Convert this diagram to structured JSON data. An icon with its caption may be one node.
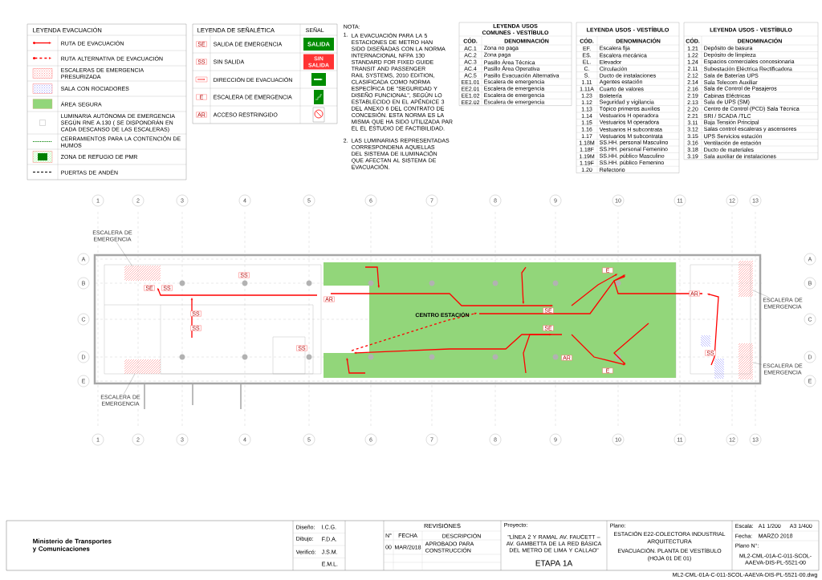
{
  "diagram": {
    "nodes": [
      {
        "text": [
          "ESCALERA DE EMERGENCIA"
        ]
      },
      {
        "text": [
          "ESCALERA DE EMERGENCIA"
        ]
      },
      {
        "text": [
          "ESCALERA DE EMERGENCIA"
        ]
      },
      {
        "text": [
          "ESCALERA DE EMERGENCIA"
        ]
      }
    ],
    "edges": [
      {
        "from": 0,
        "to": null,
        "arrow": "none"
      },
      {
        "from": 1,
        "to": null,
        "arrow": "none"
      },
      {
        "from": 2,
        "to": null,
        "arrow": "none"
      },
      {
        "from": 3,
        "to": null,
        "arrow": "none"
      }
    ],
    "labels": [
      "LEYENDA EVACUACIÓN",
      "LEYENDA DE SEÑALÉTICA",
      "SEÑAL",
      "SE",
      "SALIDA DE EMERGENCIA",
      "SALIDA",
      "SS",
      "SIN SALIDA",
      "SIN SALIDA",
      "DIRECCIÓN DE EVACUACIÓN",
      "E",
      "ESCALERA DE EMERGENCIA",
      "AR",
      "ACCESO RESTRINGIDO",
      "NOTA:",
      "1.",
      "LA EVACUACIÓN PARA LA 5 ESTACIONES DE METRO HAN SIDO DISEÑADAS CON LA NORMA INTERNACIONAL NFPA 130 STANDARD FOR FIXED GUIDE TRANSIT AND PASSENGER RAIL SYSTEMS, 2010 EDITION, CLASIFICADA COMO NORMA ESPECÍFICA DE \"SEGURIDAD Y DISEÑO FUNCIONAL\", SEGÚN LO ESTABLECIDO EN EL APÉNDICE 3 DEL ANEXO 6 DEL CONTRATO DE CONCESIÓN. ESTA NORMA ES LA MISMA QUE HA SIDO UTILIZADA PAR EL EL ESTUDIO DE FACTIBILIDAD.",
      "2.",
      "LAS LUMINARIAS REPRESENTADAS CORRESPONDENA AQUELLAS DEL SISTEMA DE ILUMINACIÓN QUE AFECTAN AL SISTEMA DE EVACUACIÓN.",
      "LEYENDA USOS COMUNES - VESTÍBULO",
      "CÓD.",
      "DENOMINACIÓN",
      "AC.1",
      "Zona no paga",
      "AC.2",
      "Zona paga",
      "AC.3",
      "Pasillo Área Técnica",
      "AC.4",
      "Pasillo Área Operativa",
      "AC.5",
      "Pasillo Evacuación Alternativa",
      "EE1.01",
      "Escalera de emergencia",
      "EE2.01",
      "Escalera de emergencia",
      "EE1.02",
      "Escalera de emergencia",
      "EE2.02",
      "Escalera de emergencia",
      "LEYENDA USOS - VESTÍBULO",
      "CÓD.",
      "DENOMINACIÓN",
      "EF.",
      "Escalera fija",
      "ES.",
      "Escalera mecánica",
      "EL.",
      "Elevador",
      "C.",
      "Circulación",
      "S.",
      "Ducto de instalaciones",
      "1.11",
      "Agentes estación",
      "1.11A",
      "Cuarto de valores",
      "1.23",
      "Boletería",
      "1.12",
      "Seguridad y vigilancia",
      "1.13",
      "Tópico primeros auxilios",
      "1.14",
      "Vestuarios H operadora",
      "1.15",
      "Vestuarios M operadora",
      "1.16",
      "Vestuarios H subcontrata",
      "1.17",
      "Vestuarios M subcontrata",
      "1.18M",
      "SS.HH. personal Masculino",
      "1.18F",
      "SS.HH. personal Femenino",
      "1.19M",
      "SS.HH. público Masculino",
      "1.19F",
      "SS.HH. público Femenino",
      "1.20",
      "Refectorio",
      "LEYENDA USOS - VESTÍBULO",
      "CÓD.",
      "DENOMINACIÓN",
      "1.21",
      "Depósito de basura",
      "1.22",
      "Depósito de limpieza",
      "1.24",
      "Espacios comerciales concesionaria",
      "2.11",
      "Subestación Eléctrica Rectificadora",
      "2.12",
      "Sala de Baterías UPS",
      "2.14",
      "Sala Telecom Auxiliar",
      "2.16",
      "Sala de Control de Pasajeros",
      "2.19",
      "Cabinas Eléctricas",
      "2.13",
      "Sala de UPS (SM)",
      "2.20",
      "Centro de Control (PCD) Sala Técnica",
      "2.21",
      "SRI / SCADA /TLC",
      "3.11",
      "Baja Tensión Principal",
      "3.12",
      "Salas control escaleras y ascensores",
      "3.15",
      "UPS Servicios estación",
      "3.16",
      "Ventilación de estación",
      "3.18",
      "Ducto de materiales",
      "3.19",
      "Sala auxiliar de instalaciones",
      "1",
      "2",
      "3",
      "4",
      "5",
      "6",
      "7",
      "8",
      "9",
      "10",
      "11",
      "12",
      "13",
      "1",
      "2",
      "3",
      "4",
      "5",
      "6",
      "7",
      "8",
      "9",
      "10",
      "11",
      "12",
      "13",
      "A",
      "B",
      "C",
      "D",
      "E",
      "A",
      "B",
      "C",
      "D",
      "E",
      "CENTRO ESTACIÓN",
      "SS",
      "SE",
      "SS",
      "AR",
      "SS",
      "SS",
      "SS",
      "SE",
      "SE",
      "AR",
      "E",
      "E",
      "AR",
      "SS",
      "Ministerio de Transportes y Comunicaciones",
      "Diseño:",
      "I.C.G.",
      "Dibujo:",
      "F.D.A.",
      "Verificó:",
      "J.S.M.",
      "E.M.L.",
      "REVISIONES",
      "N°",
      "FECHA",
      "DESCRIPCIÓN",
      "00",
      "MAR/2018",
      "APROBADO PARA CONSTRUCCIÓN",
      "Proyecto:",
      "\"LÍNEA 2 Y RAMAL AV. FAUCETT – AV. GAMBETTA DE LA RED BÁSICA DEL METRO DE LIMA Y CALLAO\"",
      "ETAPA 1A",
      "Plano:",
      "ESTACIÓN E22-COLECTORA INDUSTRIAL",
      "ARQUITECTURA",
      "EVACUACIÓN. PLANTA DE VESTÍBULO",
      "(HOJA 01 DE 01)",
      "Escala:",
      "A1 1/200",
      "A3 1/400",
      "Fecha:",
      "MARZO 2018",
      "Plano N°:",
      "ML2-CML-01A-C-011-SCOL-AAEVA-DIS-PL-5521-00",
      "ML2-CML-01A-C-011-SCOL-AAEVA-DIS-PL-5521-00.dwg"
    ],
    "legend": [
      {
        "text": "RUTA DE EVACUACIÓN"
      },
      {
        "text": "RUTA ALTERNATIVA DE EVACUACIÓN"
      },
      {
        "text": "ESCALERAS DE EMERGENCIA PRESURIZADA"
      },
      {
        "text": "SALA CON ROCIADORES"
      },
      {
        "text": "ÁREA SEGURA",
        "color": "#92d67a"
      },
      {
        "text": "LUMINARIA AUTÓNOMA DE EMERGENCIA SEGÚN RNE A.130 ( SE DISPONDRÁN EN CADA DESCANSO DE LAS ESCALERAS)"
      },
      {
        "text": "CERRAMIENTOS PARA LA CONTENCIÓN DE HUMOS"
      },
      {
        "text": "ZONA DE REFUGIO DE PMR"
      },
      {
        "text": "PUERTAS DE ANDÉN"
      }
    ]
  }
}
